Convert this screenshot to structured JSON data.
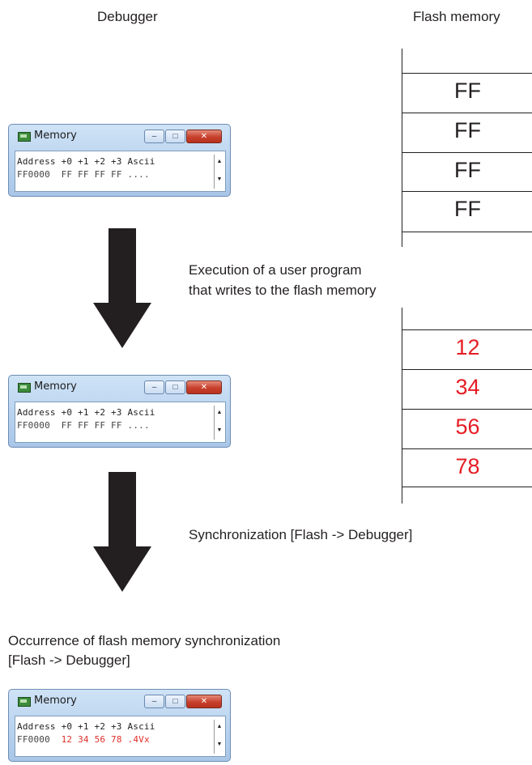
{
  "headers": {
    "debugger": "Debugger",
    "flash_memory": "Flash memory"
  },
  "steps": {
    "step1": "Execution of a user program",
    "step1b": "that writes to the flash memory",
    "step2": "Synchronization [Flash -> Debugger]"
  },
  "occurrence": {
    "line1": "Occurrence of flash memory synchronization",
    "line2": "[Flash -> Debugger]"
  },
  "memory_windows": [
    {
      "title": "Memory",
      "header": "Address +0 +1 +2 +3 Ascii",
      "address": "FF0000",
      "bytes": [
        "FF",
        "FF",
        "FF",
        "FF"
      ],
      "ascii": "....",
      "highlight": false
    },
    {
      "title": "Memory",
      "header": "Address +0 +1 +2 +3 Ascii",
      "address": "FF0000",
      "bytes": [
        "FF",
        "FF",
        "FF",
        "FF"
      ],
      "ascii": "....",
      "highlight": false
    },
    {
      "title": "Memory",
      "header": "Address +0 +1 +2 +3 Ascii",
      "address": "FF0000",
      "bytes": [
        "12",
        "34",
        "56",
        "78"
      ],
      "ascii": ".4Vx",
      "highlight": true
    }
  ],
  "window_buttons": {
    "minimize": "–",
    "maximize": "□",
    "close": "✕"
  },
  "flash_before": [
    "FF",
    "FF",
    "FF",
    "FF"
  ],
  "flash_after": [
    "12",
    "34",
    "56",
    "78"
  ],
  "colors": {
    "changed_value": "#e51d24",
    "arrow": "#231f20",
    "window_frame": "#b9d3ef"
  }
}
